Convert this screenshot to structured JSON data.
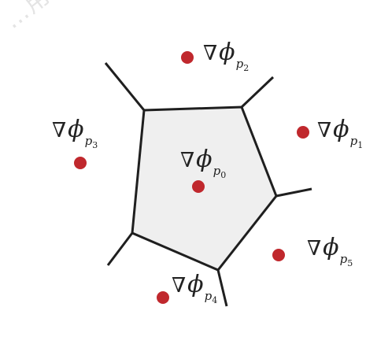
{
  "watermark": "…用",
  "colors": {
    "cell_fill": "#efefef",
    "edge": "#1f1f1f",
    "point": "#c0282d"
  },
  "cell": {
    "label": {
      "nabla": "∇",
      "phi": "ϕ",
      "sub": "p",
      "idx": "0"
    }
  },
  "neighbors": [
    {
      "label": {
        "nabla": "∇",
        "phi": "ϕ",
        "sub": "p",
        "idx": "1"
      }
    },
    {
      "label": {
        "nabla": "∇",
        "phi": "ϕ",
        "sub": "p",
        "idx": "2"
      }
    },
    {
      "label": {
        "nabla": "∇",
        "phi": "ϕ",
        "sub": "p",
        "idx": "3"
      }
    },
    {
      "label": {
        "nabla": "∇",
        "phi": "ϕ",
        "sub": "p",
        "idx": "4"
      }
    },
    {
      "label": {
        "nabla": "∇",
        "phi": "ϕ",
        "sub": "p",
        "idx": "5"
      }
    }
  ]
}
